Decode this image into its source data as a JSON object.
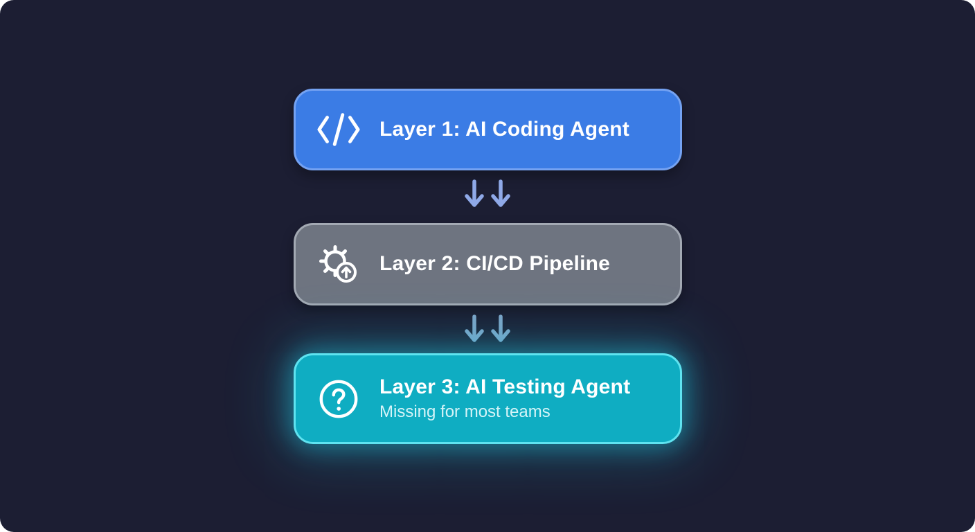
{
  "canvas": {
    "background": "#1c1e33",
    "page_background": "#ffffff"
  },
  "diagram": {
    "layers": [
      {
        "id": "layer-1",
        "icon": "code-icon",
        "title": "Layer 1: AI Coding Agent",
        "fill": "#3b7ce5",
        "border": "#74a2f2",
        "text_color": "#ffffff"
      },
      {
        "id": "layer-2",
        "icon": "gear-deploy-icon",
        "title": "Layer 2: CI/CD Pipeline",
        "fill": "#6e7480",
        "border": "#a3a9b3",
        "text_color": "#ffffff"
      },
      {
        "id": "layer-3",
        "icon": "question-circle-icon",
        "title": "Layer 3: AI Testing Agent",
        "subtitle": "Missing for most teams",
        "fill": "#0fadc2",
        "border": "#5fe3f0",
        "glow_color": "#22d3ee",
        "text_color": "#ffffff"
      }
    ],
    "connectors": [
      {
        "style": "double-down-arrow",
        "color": "#8fa9e8"
      },
      {
        "style": "double-down-arrow",
        "color": "#7da3c6"
      }
    ]
  }
}
